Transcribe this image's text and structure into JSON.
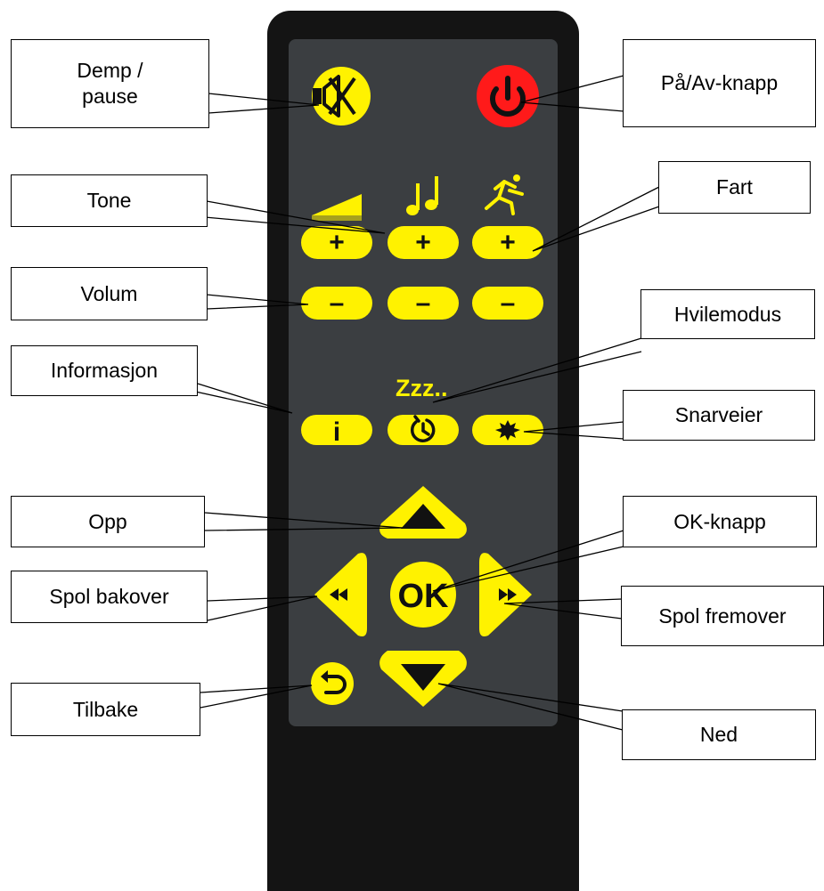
{
  "colors": {
    "button_yellow": "#fff200",
    "power_red": "#ff1a1a",
    "remote_body": "#141414",
    "panel": "#3b3e41",
    "icon_black": "#111111"
  },
  "callouts": {
    "mute": "Demp /\npause",
    "power": "På/Av-knapp",
    "tone": "Tone",
    "speed": "Fart",
    "volume": "Volum",
    "sleep": "Hvilemodus",
    "info": "Informasjon",
    "shortcuts": "Snarveier",
    "up": "Opp",
    "ok": "OK-knapp",
    "rewind": "Spol bakover",
    "forward": "Spol fremover",
    "back": "Tilbake",
    "down": "Ned"
  },
  "buttons": {
    "plus_symbol": "+",
    "minus_symbol": "–",
    "info_symbol": "i",
    "ok_symbol": "OK",
    "sleep_label": "Zzz.."
  },
  "icons": {
    "mute": "speaker-mute-icon",
    "power": "power-icon",
    "volume_group": "volume-ramp-icon",
    "tone_group": "music-notes-icon",
    "speed_group": "running-person-icon",
    "sleep": "timer-icon",
    "shortcuts": "star-burst-icon",
    "up": "triangle-up-icon",
    "down": "triangle-down-icon",
    "rewind": "rewind-icon",
    "forward": "fast-forward-icon",
    "back": "return-arrow-icon"
  }
}
